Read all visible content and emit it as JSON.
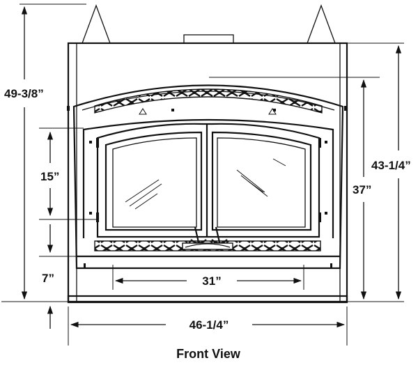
{
  "diagram": {
    "caption": "Front View",
    "dimensions": {
      "overall_height": "49-3/8”",
      "body_height": "43-1/4”",
      "opening_height": "37”",
      "door_height": "15”",
      "base_height": "7”",
      "opening_width": "31”",
      "overall_width": "46-1/4”"
    }
  }
}
